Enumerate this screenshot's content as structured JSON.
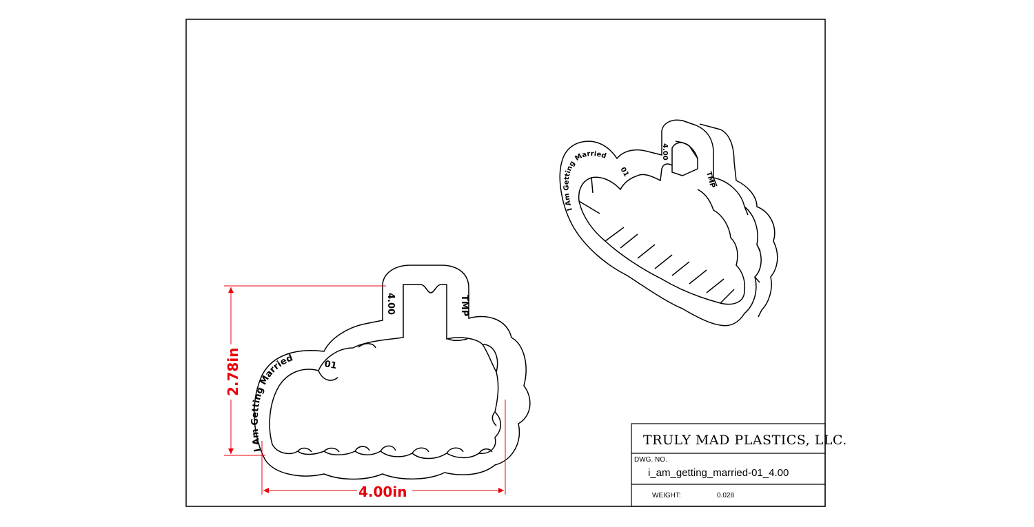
{
  "title_block": {
    "company": "TRULY MAD PLASTICS, LLC.",
    "dwg_no_label": "DWG.  NO.",
    "dwg_no": "i_am_getting_married-01_4.00",
    "weight_label": "WEIGHT:",
    "weight_value": "0.028"
  },
  "dimensions": {
    "height": "2.78in",
    "width": "4.00in"
  },
  "embossed": {
    "arc_text": "I Am Getting Married",
    "code": "01",
    "size": "4.00",
    "initials": "TMP"
  },
  "colors": {
    "dimension": "#e8000b",
    "line": "#000000"
  }
}
